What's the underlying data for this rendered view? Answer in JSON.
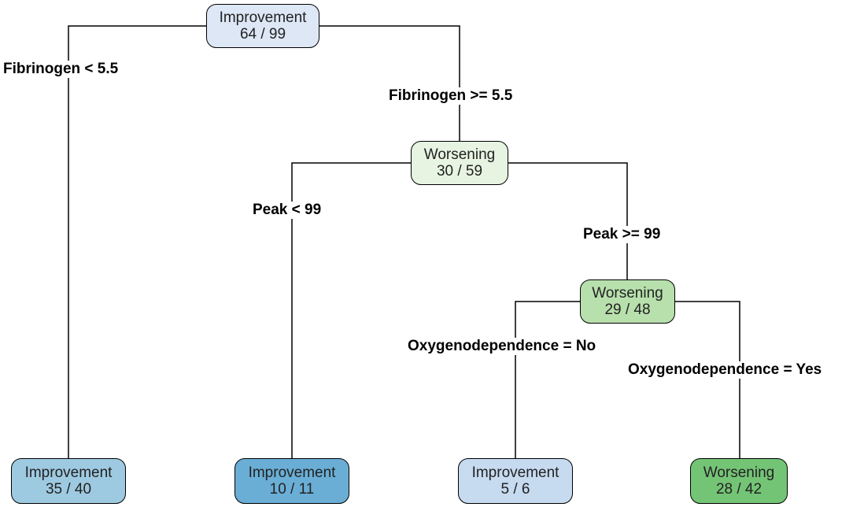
{
  "nodes": {
    "root": {
      "class_label": "Improvement",
      "counts": "64 / 99",
      "color": "#dde7f5"
    },
    "n_fib_high": {
      "class_label": "Worsening",
      "counts": "30 / 59",
      "color": "#e6f4e1"
    },
    "n_peak_high": {
      "class_label": "Worsening",
      "counts": "29 / 48",
      "color": "#b8e0ad"
    },
    "leaf1": {
      "class_label": "Improvement",
      "counts": "35 / 40",
      "color": "#9ecae1"
    },
    "leaf2": {
      "class_label": "Improvement",
      "counts": "10 / 11",
      "color": "#6aaed6"
    },
    "leaf3": {
      "class_label": "Improvement",
      "counts": "5 / 6",
      "color": "#c6daf0"
    },
    "leaf4": {
      "class_label": "Worsening",
      "counts": "28 / 42",
      "color": "#74c476"
    }
  },
  "splits": {
    "fib_low": "Fibrinogen < 5.5",
    "fib_high": "Fibrinogen >= 5.5",
    "peak_low": "Peak < 99",
    "peak_high": "Peak >= 99",
    "oxy_no": "Oxygenodependence = No",
    "oxy_yes": "Oxygenodependence = Yes"
  }
}
